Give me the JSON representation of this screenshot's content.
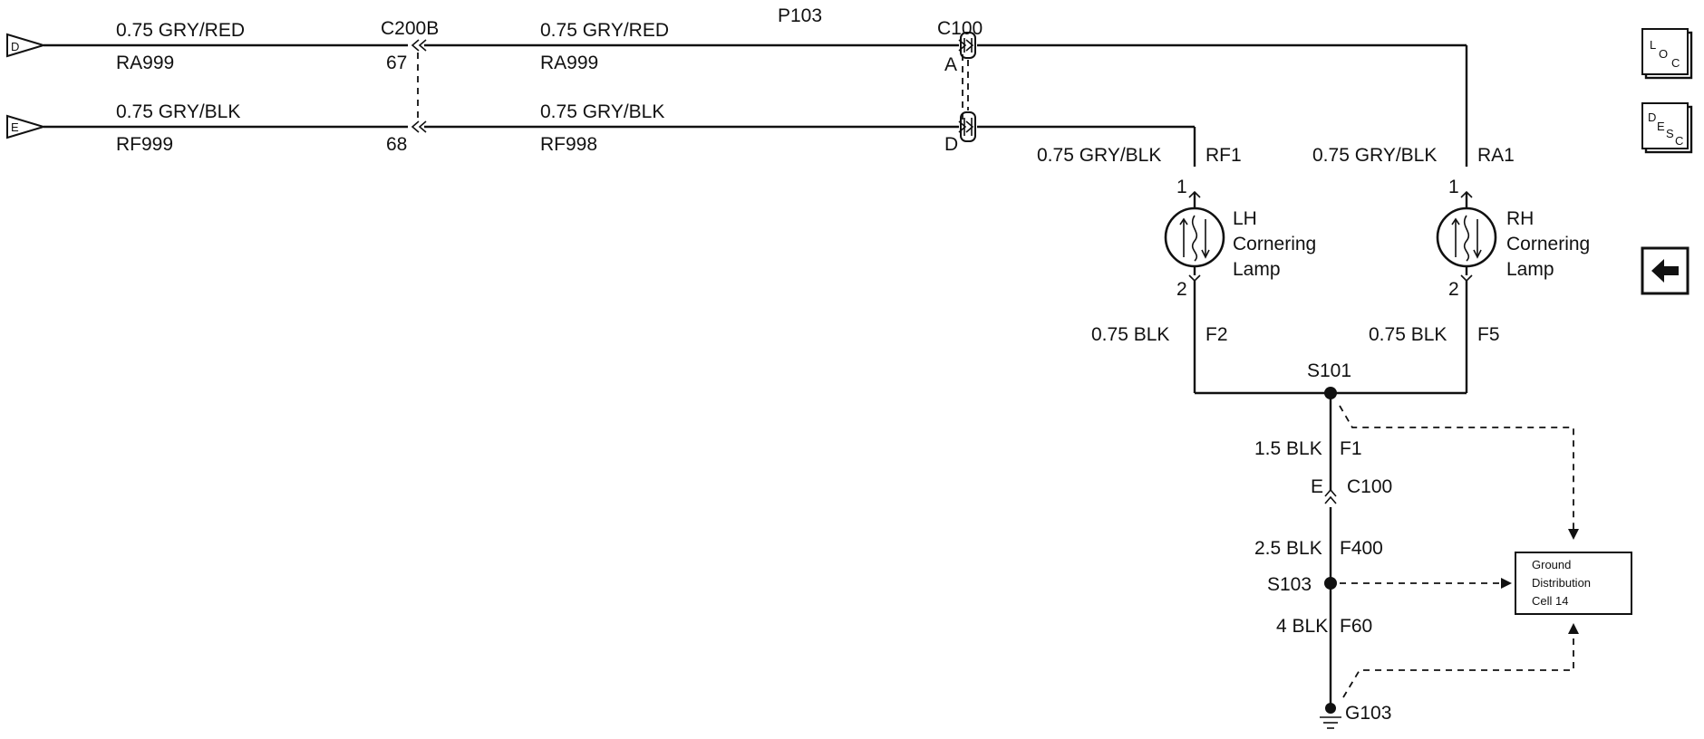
{
  "offpage": {
    "d": "D",
    "e": "E"
  },
  "wires_top": {
    "w1": {
      "gauge_color": "0.75 GRY/RED",
      "circuit": "RA999"
    },
    "w2": {
      "gauge_color": "0.75 GRY/RED",
      "circuit": "RA999"
    },
    "w3": {
      "gauge_color": "0.75 GRY/BLK",
      "circuit": "RF999"
    },
    "w4": {
      "gauge_color": "0.75 GRY/BLK",
      "circuit": "RF998"
    }
  },
  "connectors": {
    "c200b": {
      "name": "C200B",
      "pin_a": "67",
      "pin_b": "68"
    },
    "p103": {
      "name": "P103"
    },
    "c100_top": {
      "name": "C100",
      "pin_a": "A",
      "pin_b": "D"
    },
    "c100_mid": {
      "name": "C100",
      "pin": "E"
    }
  },
  "lamps": {
    "lh": {
      "wire_in": "0.75 GRY/BLK",
      "circuit_in": "RF1",
      "pin_in": "1",
      "name_l1": "LH",
      "name_l2": "Cornering",
      "name_l3": "Lamp",
      "pin_out": "2",
      "wire_out": "0.75 BLK",
      "circuit_out": "F2"
    },
    "rh": {
      "wire_in": "0.75 GRY/BLK",
      "circuit_in": "RA1",
      "pin_in": "1",
      "name_l1": "RH",
      "name_l2": "Cornering",
      "name_l3": "Lamp",
      "pin_out": "2",
      "wire_out": "0.75 BLK",
      "circuit_out": "F5"
    }
  },
  "ground": {
    "s101": "S101",
    "f1_gauge": "1.5 BLK",
    "f1_circuit": "F1",
    "f400_gauge": "2.5 BLK",
    "f400_circuit": "F400",
    "s103": "S103",
    "f60_gauge": "4 BLK",
    "f60_circuit": "F60",
    "g103": "G103"
  },
  "ref_box": {
    "line1": "Ground",
    "line2": "Distribution",
    "line3": "Cell 14"
  },
  "side_buttons": {
    "loc": {
      "big": "L",
      "small1": "O",
      "small2": "C"
    },
    "desc": {
      "big": "D",
      "small1": "E",
      "small2": "S",
      "small3": "C"
    },
    "back_icon": "arrow-left-icon"
  }
}
